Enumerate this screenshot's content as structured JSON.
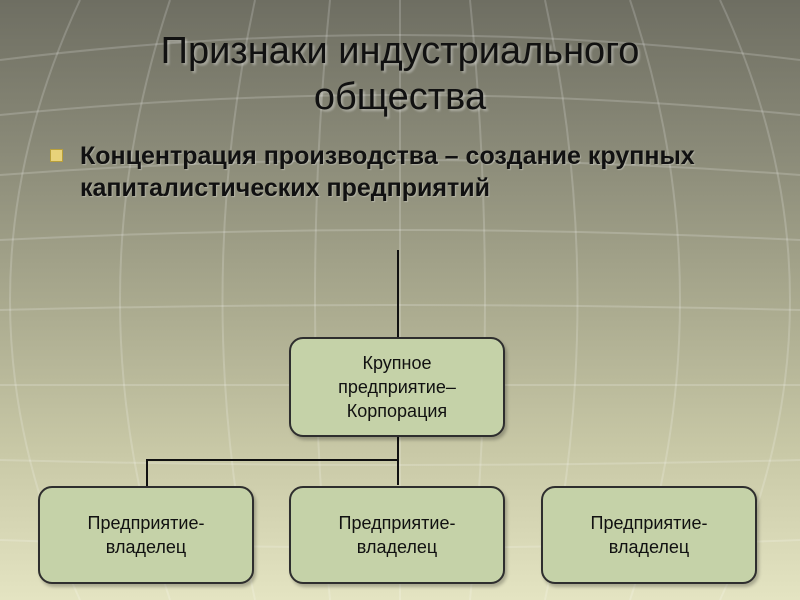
{
  "slide": {
    "title": "Признаки индустриального\nобщества",
    "bullet": "Концентрация производства – создание крупных капиталистических предприятий"
  },
  "diagram": {
    "root": "Крупное\nпредприятие–\nКорпорация",
    "children": [
      "Предприятие-\nвладелец",
      "Предприятие-\nвладелец",
      "Предприятие-\nвладелец"
    ]
  },
  "colors": {
    "node_fill": "#c5d2a8",
    "node_border": "#2e2e2e",
    "bullet": "#e8d27a"
  }
}
